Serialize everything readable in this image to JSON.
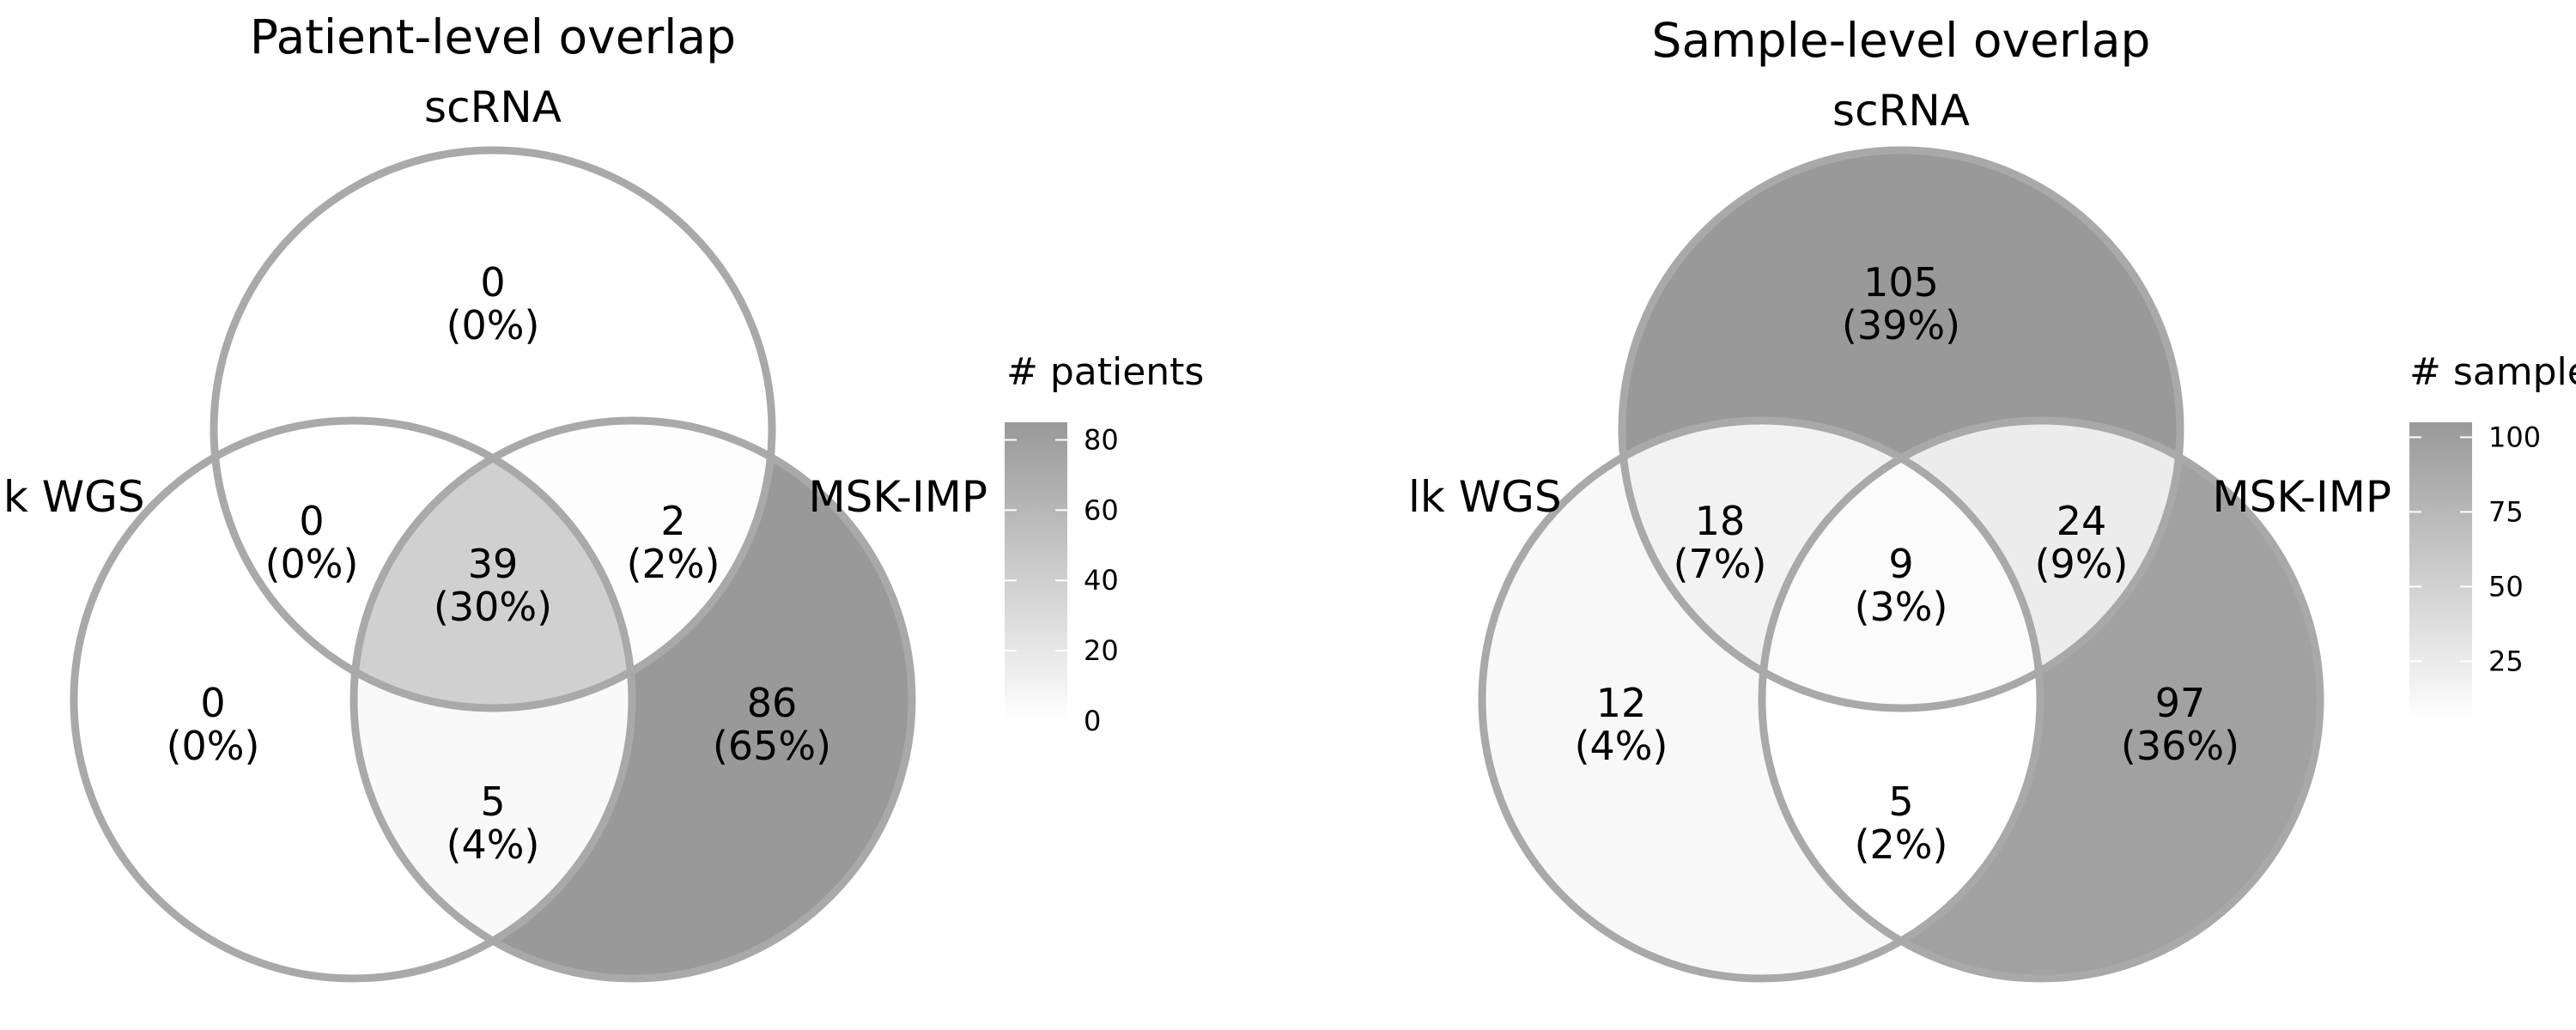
{
  "colors": {
    "stroke": "#a9a9a9",
    "fill_low": "#ffffff",
    "fill_high": "#999999"
  },
  "chart_data": [
    {
      "type": "venn",
      "title": "Patient-level overlap",
      "sets": [
        "scRNA",
        "lk WGS",
        "MSK-IMP"
      ],
      "legend": {
        "title": "# patients",
        "placement": "right",
        "range": [
          0,
          85
        ],
        "ticks": [
          0,
          20,
          40,
          60,
          80
        ]
      },
      "regions": [
        {
          "sets": [
            "scRNA"
          ],
          "count": 0,
          "percent": "(0%)"
        },
        {
          "sets": [
            "lk WGS"
          ],
          "count": 0,
          "percent": "(0%)"
        },
        {
          "sets": [
            "MSK-IMP"
          ],
          "count": 86,
          "percent": "(65%)"
        },
        {
          "sets": [
            "scRNA",
            "lk WGS"
          ],
          "count": 0,
          "percent": "(0%)"
        },
        {
          "sets": [
            "scRNA",
            "MSK-IMP"
          ],
          "count": 2,
          "percent": "(2%)"
        },
        {
          "sets": [
            "lk WGS",
            "MSK-IMP"
          ],
          "count": 5,
          "percent": "(4%)"
        },
        {
          "sets": [
            "scRNA",
            "lk WGS",
            "MSK-IMP"
          ],
          "count": 39,
          "percent": "(30%)"
        }
      ]
    },
    {
      "type": "venn",
      "title": "Sample-level overlap",
      "sets": [
        "scRNA",
        "lk WGS",
        "MSK-IMP"
      ],
      "legend": {
        "title": "# sample",
        "placement": "right",
        "range": [
          5,
          105
        ],
        "ticks": [
          25,
          50,
          75,
          100
        ]
      },
      "regions": [
        {
          "sets": [
            "scRNA"
          ],
          "count": 105,
          "percent": "(39%)"
        },
        {
          "sets": [
            "lk WGS"
          ],
          "count": 12,
          "percent": "(4%)"
        },
        {
          "sets": [
            "MSK-IMP"
          ],
          "count": 97,
          "percent": "(36%)"
        },
        {
          "sets": [
            "scRNA",
            "lk WGS"
          ],
          "count": 18,
          "percent": "(7%)"
        },
        {
          "sets": [
            "scRNA",
            "MSK-IMP"
          ],
          "count": 24,
          "percent": "(9%)"
        },
        {
          "sets": [
            "lk WGS",
            "MSK-IMP"
          ],
          "count": 5,
          "percent": "(2%)"
        },
        {
          "sets": [
            "scRNA",
            "lk WGS",
            "MSK-IMP"
          ],
          "count": 9,
          "percent": "(3%)"
        }
      ]
    }
  ]
}
